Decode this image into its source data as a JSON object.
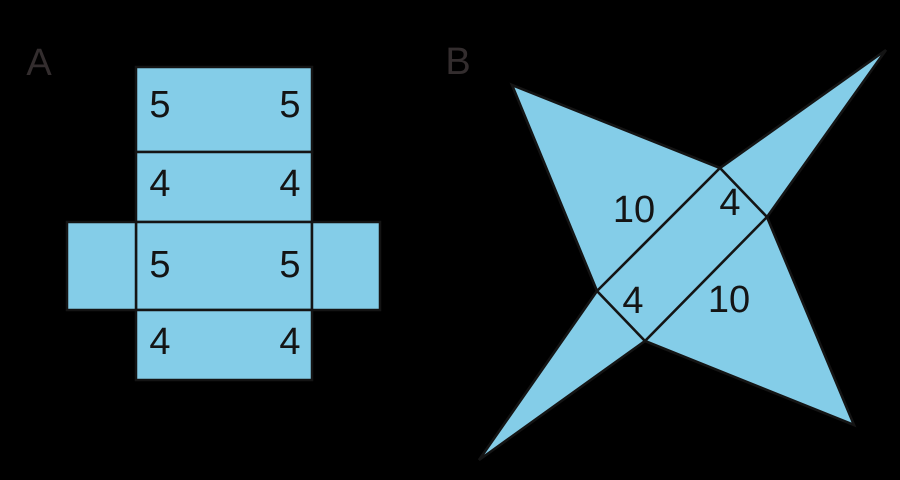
{
  "colors": {
    "background": "#000000",
    "shape_fill": "#84CDE8",
    "line_color": "#141414",
    "figure_label_color": "#332D2E"
  },
  "figure_a": {
    "label": "A",
    "rows": [
      {
        "left": "5",
        "right": "5"
      },
      {
        "left": "4",
        "right": "4"
      },
      {
        "left": "5",
        "right": "5"
      },
      {
        "left": "4",
        "right": "4"
      }
    ]
  },
  "figure_b": {
    "label": "B",
    "edge_labels": {
      "top_left": "10",
      "top_right": "4",
      "bottom_left": "4",
      "bottom_right": "10"
    }
  }
}
